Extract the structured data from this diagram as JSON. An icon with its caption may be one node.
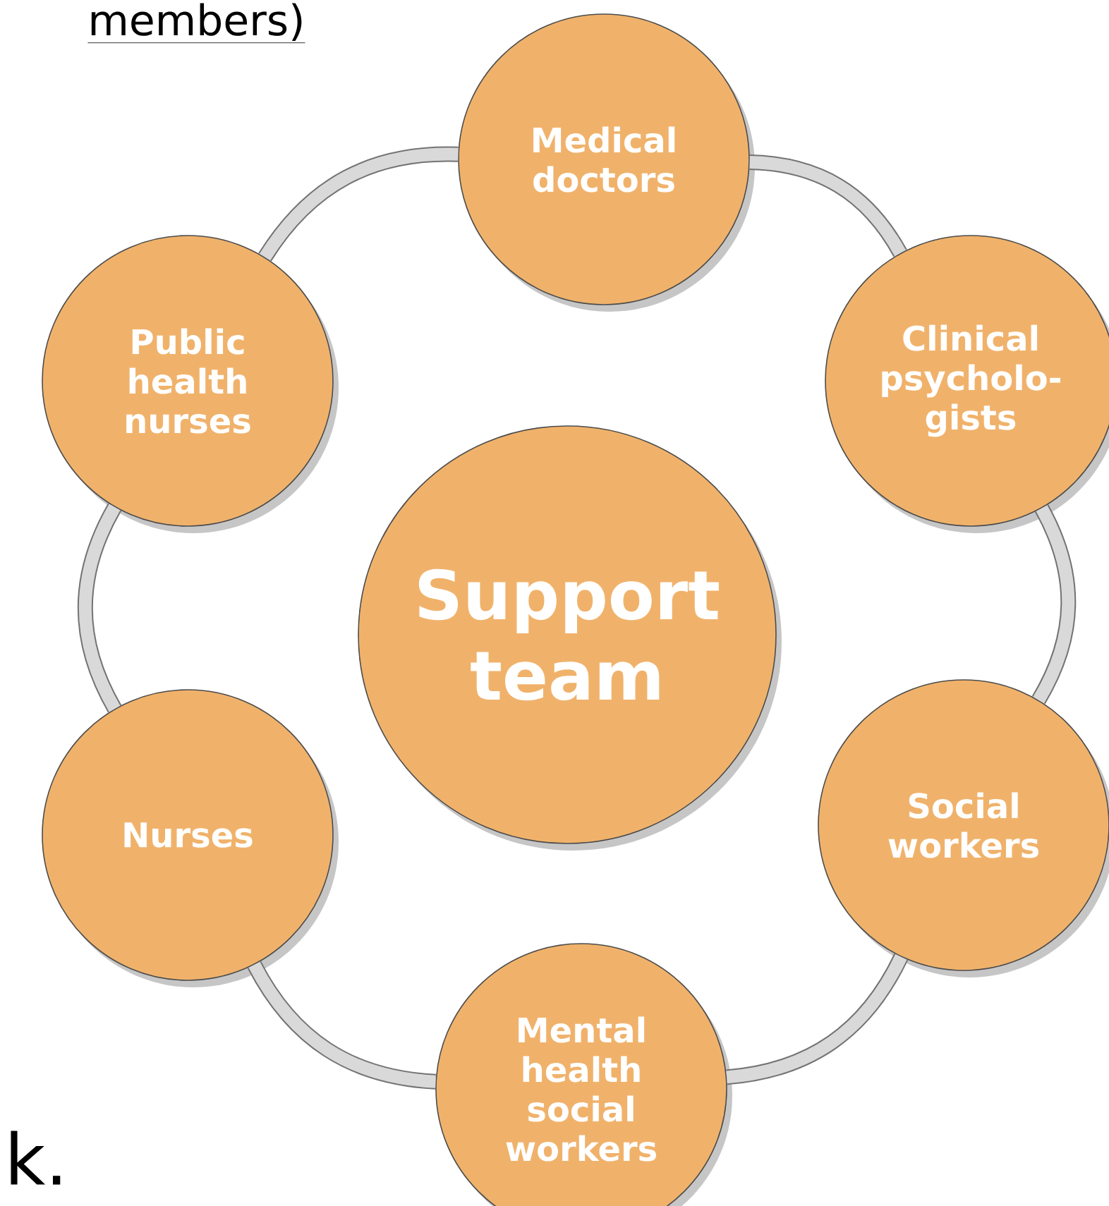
{
  "diagram": {
    "title": "members)",
    "nodes": [
      {
        "text": [
          "Medical doctors"
        ]
      },
      {
        "text": [
          "Public health nurses"
        ]
      },
      {
        "text": [
          "Clinical psycholo-gists"
        ]
      },
      {
        "text": [
          "Support team"
        ]
      },
      {
        "text": [
          "Nurses"
        ]
      },
      {
        "text": [
          "Social workers"
        ]
      },
      {
        "text": [
          "Mental health social workers"
        ]
      }
    ],
    "edges": [
      {
        "from": 0,
        "to": 2,
        "arrow": "none"
      },
      {
        "from": 2,
        "to": 5,
        "arrow": "none"
      },
      {
        "from": 5,
        "to": 6,
        "arrow": "none"
      },
      {
        "from": 6,
        "to": 4,
        "arrow": "none"
      },
      {
        "from": 4,
        "to": 1,
        "arrow": "none"
      },
      {
        "from": 1,
        "to": 0,
        "arrow": "none"
      }
    ],
    "labels": [
      "k."
    ]
  }
}
